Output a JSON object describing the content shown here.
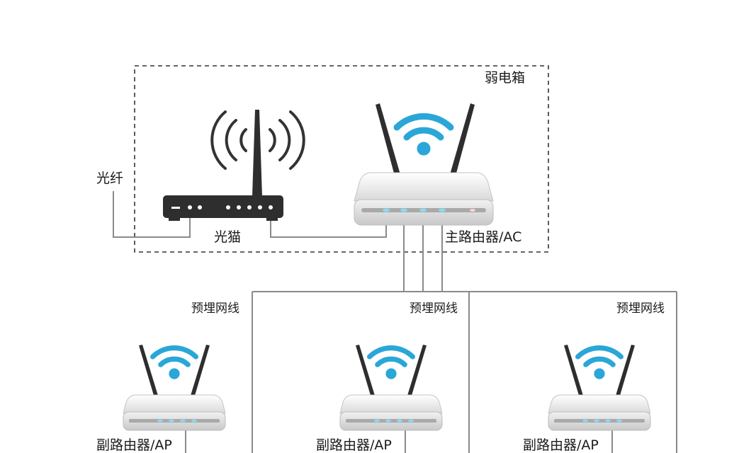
{
  "labels": {
    "weak_box": "弱电箱",
    "fiber": "光纤",
    "modem": "光猫",
    "main_router": "主路由器/AC",
    "cable_1": "预埋网线",
    "cable_2": "预埋网线",
    "cable_3": "预埋网线",
    "sub_router_1": "副路由器/AP",
    "sub_router_2": "副路由器/AP",
    "sub_router_3": "副路由器/AP"
  },
  "colors": {
    "wifi": "#2aa6d8",
    "line": "#8a8a8a",
    "router_body": "#eeeeee",
    "modem_body": "#2e2e2e",
    "led": "#8fd8f2"
  }
}
